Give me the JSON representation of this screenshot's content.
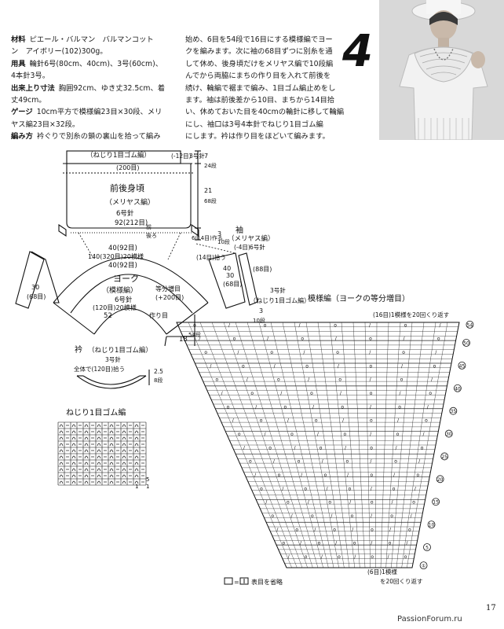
{
  "pattern_number": "4",
  "materials": {
    "label": "材料",
    "line1": "ピエール・バルマン　バルマンコット",
    "line2": "ン　アイボリー(102)300g。"
  },
  "tools": {
    "label": "用具",
    "line1": "輪針6号(80cm、40cm)、3号(60cm)、",
    "line2": "4本針3号。"
  },
  "finished_size": {
    "label": "出来上り寸法",
    "line1": "胸囲92cm、ゆき丈32.5cm、着",
    "line2": "丈49cm。"
  },
  "gauge": {
    "label": "ゲージ",
    "line1": "10cm平方で模様編23目×30段、メリ",
    "line2": "ヤス編23目×32段。"
  },
  "method": {
    "label": "編み方",
    "line1": "衿ぐりで別糸の鎖の裏山を拾って編み"
  },
  "right_text": [
    "始め、6目を54段で16目にする模様編でヨー",
    "クを編みます。次に袖の68目ずつに別糸を通",
    "して休め、後身頃だけをメリヤス編で10段編",
    "んでから両脇にまちの作り目を入れて前後を",
    "続け、輪編で裾まで編み、1目ゴム編止めをし",
    "ます。袖は前後差から10目、まちから14目拾",
    "い、休めておいた目を40cmの輪針に移して輪編",
    "にし、袖口は3号4本針でねじり1目ゴム編",
    "にします。衿は作り目をほどいて編みます。"
  ],
  "body_diagram": {
    "rib_label": "（ねじり1目ゴム編）",
    "rib_needle": "3号針",
    "rib_decrease": "(-12目)",
    "top_count": "(200目)",
    "title": "前後身頃",
    "subtitle": "（メリヤス編）",
    "needle": "6号針",
    "width": "92(212目)",
    "front": "前",
    "back": "後ろ",
    "dim_rib": "7",
    "dim_rib_rows": "24段",
    "dim_body": "21",
    "dim_body_rows": "68段",
    "dim_gusset": "3",
    "dim_gusset_rows": "10段",
    "gusset_note": "6(14目)作る"
  },
  "yoke_diagram": {
    "outer": "40(92目)",
    "outer_count": "140(320目)20模様",
    "inner_count": "40(92目)",
    "title": "ヨーク",
    "pattern": "（模様編）",
    "increase": "等分増目",
    "increase_count": "(+200目)",
    "needle": "6号針",
    "neck_count": "(120目)20模様",
    "make": "作り目",
    "dim_52": "52",
    "dim_18": "18",
    "dim_18_rows": "54段",
    "left_30": "30",
    "left_68": "(68目)",
    "right_30": "30",
    "right_68": "(68目)"
  },
  "sleeve_diagram": {
    "title": "袖",
    "subtitle": "（メリヤス編）",
    "decrease": "(-4目)",
    "needle": "6号針",
    "pick_count": "(14目)拾う",
    "count_88": "(88目)",
    "dim_40": "40",
    "cuff_needle": "3号針",
    "cuff_label": "（ねじり1目ゴム編）",
    "dim_3": "3",
    "dim_10": "10段"
  },
  "collar_diagram": {
    "title": "衿",
    "subtitle": "（ねじり1目ゴム編）",
    "needle": "3号針",
    "pick": "全体で(120目)拾う",
    "dim": "2.5",
    "dim_rows": "8段"
  },
  "rib_chart": {
    "title": "ねじり1目ゴム編",
    "row_labels": [
      "5",
      "1"
    ],
    "col_label": "1"
  },
  "yoke_chart": {
    "title": "模様編（ヨークの等分増目）",
    "top_note": "(16目)1模様を20回くり返す",
    "bottom_note1": "(6目)1模様",
    "bottom_note2": "を20回くり返す",
    "row_numbers": [
      "①",
      "5",
      "10",
      "15",
      "20",
      "25",
      "30",
      "35",
      "40",
      "45",
      "50",
      "54"
    ],
    "legend": "表目を省略"
  },
  "page_number": "17",
  "watermark": "PassionForum.ru"
}
